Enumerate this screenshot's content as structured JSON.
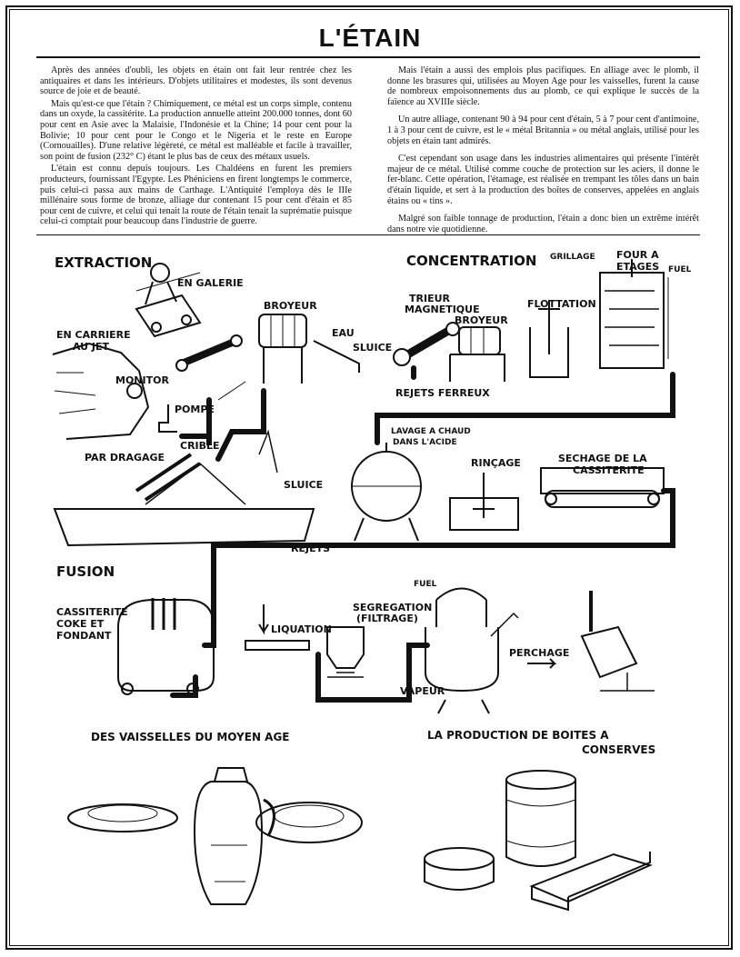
{
  "title": "L'ÉTAIN",
  "left_paragraphs": [
    "Après des années d'oubli, les objets en étain ont fait leur rentrée chez les antiquaires et dans les intérieurs. D'objets utilitaires et modestes, ils sont devenus source de joie et de beauté.",
    "Mais qu'est-ce que l'étain ? Chimiquement, ce métal est un corps simple, contenu dans un oxyde, la cassitérite. La production annuelle atteint 200.000 tonnes, dont 60 pour cent en Asie avec la Malaisie, l'Indonésie et la Chine; 14 pour cent pour la Bolivie; 10 pour cent pour le Congo et le Nigeria et le reste en Europe (Cornouailles). D'une relative légèreté, ce métal est malléable et facile à travailler, son point de fusion (232° C) étant le plus bas de ceux des métaux usuels.",
    "L'étain est connu depuis toujours. Les Chaldéens en furent les premiers producteurs, fournissant l'Egypte. Les Phéniciens en firent longtemps le commerce, puis celui-ci passa aux mains de Carthage. L'Antiquité l'employa dès le IIIe millénaire sous forme de bronze, alliage dur contenant 15 pour cent d'étain et 85 pour cent de cuivre, et celui qui tenait la route de l'étain tenait la suprématie puisque celui-ci comptait pour beaucoup dans l'industrie de guerre."
  ],
  "right_paragraphs": [
    "Mais l'étain a aussi des emplois plus pacifiques. En alliage avec le plomb, il donne les brasures qui, utilisées au Moyen Age pour les vaisselles, furent la cause de nombreux empoisonnements dus au plomb, ce qui explique le succès de la faïence au XVIIIe siècle.",
    "Un autre alliage, contenant 90 à 94 pour cent d'étain, 5 à 7 pour cent d'antimoine, 1 à 3 pour cent de cuivre, est le « métal Britannia » ou métal anglais, utilisé pour les objets en étain tant admirés.",
    "C'est cependant son usage dans les industries alimentaires qui présente l'intérêt majeur de ce métal. Utilisé comme couche de protection sur les aciers, il donne le fer-blanc. Cette opération, l'étamage, est réalisée en trempant les tôles dans un bain d'étain liquide, et sert à la production des boîtes de conserves, appelées en anglais étains ou « tins ».",
    "Malgré son faible tonnage de production, l'étain a donc bien un extrême intérêt dans notre vie quotidienne."
  ],
  "diagram": {
    "extraction": "EXTRACTION",
    "en_galerie": "EN GALERIE",
    "en_carriere": "EN CARRIERE",
    "au_jet": "AU JET",
    "monitor": "MONITOR",
    "pompe": "POMPE",
    "broyeur1": "BROYEUR",
    "eau": "EAU",
    "sluice1": "SLUICE",
    "concentration": "CONCENTRATION",
    "trieur": "TRIEUR",
    "magnetique": "MAGNETIQUE",
    "broyeur2": "BROYEUR",
    "rejets_ferreux": "REJETS FERREUX",
    "flottation": "FLOTTATION",
    "grillage": "GRILLAGE",
    "four": "FOUR A",
    "etages": "ETAGES",
    "fuel1": "FUEL",
    "par_dragage": "PAR DRAGAGE",
    "crible": "CRIBLE",
    "sluice2": "SLUICE",
    "rejets": "REJETS",
    "lavage": "LAVAGE A CHAUD",
    "acide": "DANS L'ACIDE",
    "rincage": "RINÇAGE",
    "sechage": "SECHAGE DE LA",
    "cassiterite_top": "CASSITERITE",
    "fusion": "FUSION",
    "cassiterite": "CASSITERITE",
    "coke": "COKE ET",
    "fondant": "FONDANT",
    "liquation": "LIQUATION",
    "segregation": "SEGREGATION",
    "filtrage": "(FILTRAGE)",
    "fuel2": "FUEL",
    "perchage": "PERCHAGE",
    "vapeur": "VAPEUR"
  },
  "captions": {
    "vaisselles": "DES VAISSELLES DU MOYEN AGE",
    "boites1": "LA PRODUCTION DE BOITES A",
    "boites2": "CONSERVES"
  }
}
